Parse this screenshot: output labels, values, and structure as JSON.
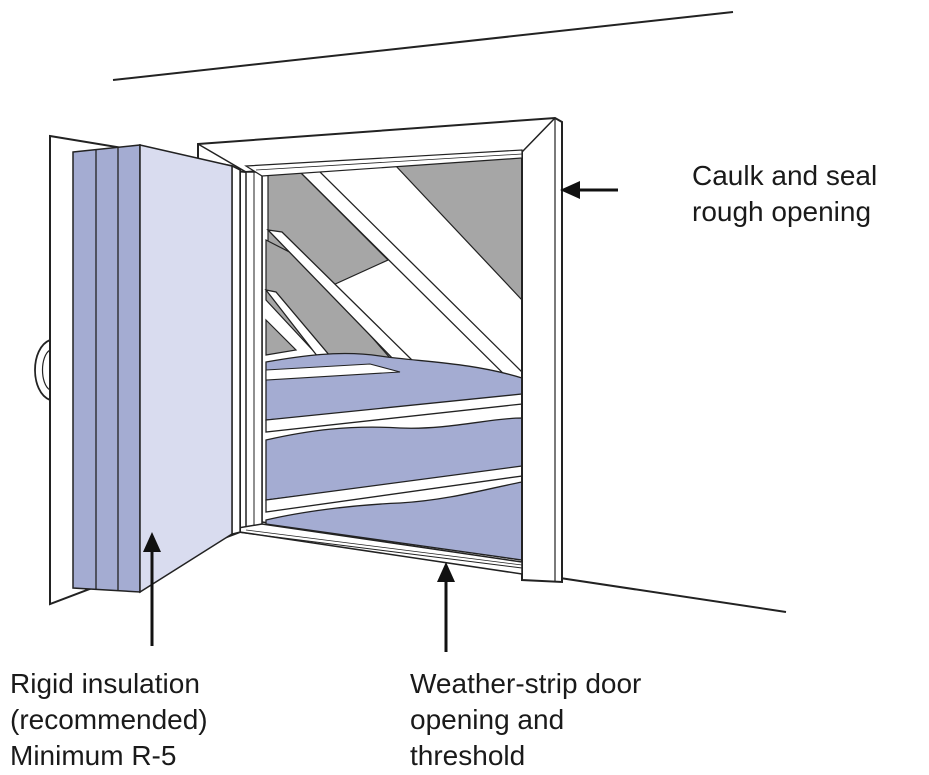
{
  "labels": {
    "caulk": {
      "line1": "Caulk and seal",
      "line2": "rough opening"
    },
    "rigid": {
      "line1": "Rigid insulation",
      "line2": "(recommended)",
      "line3": "Minimum R-5"
    },
    "weather": {
      "line1": "Weather-strip door",
      "line2": "opening and",
      "line3": "threshold"
    }
  },
  "colors": {
    "insulation": "#a4acd2",
    "insulation_face": "#d9dcef",
    "rafter_shadow": "#a6a6a6",
    "line": "#222222"
  }
}
